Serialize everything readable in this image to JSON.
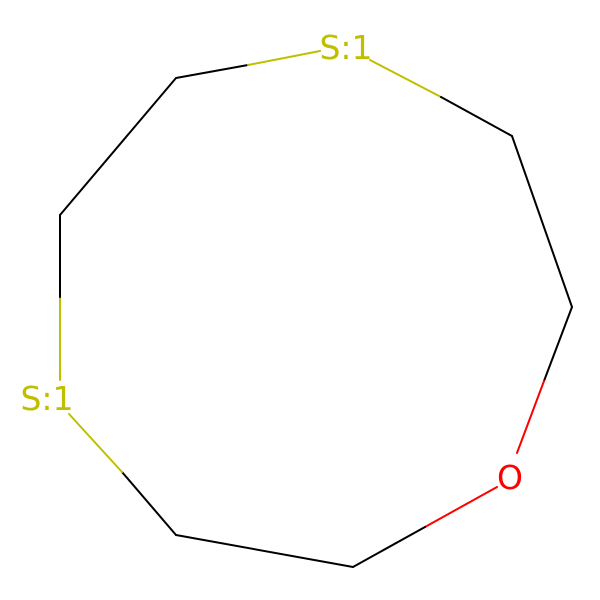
{
  "diagram": {
    "type": "chemical-structure",
    "atoms": [
      {
        "id": "s-top",
        "element": "S",
        "label": "S:1",
        "color": "#BFBF00"
      },
      {
        "id": "c1",
        "element": "C"
      },
      {
        "id": "c2",
        "element": "C"
      },
      {
        "id": "o",
        "element": "O",
        "label": "O",
        "color": "#FF0000"
      },
      {
        "id": "c3",
        "element": "C"
      },
      {
        "id": "c4",
        "element": "C"
      },
      {
        "id": "s-left",
        "element": "S",
        "label": "S:1",
        "color": "#BFBF00"
      },
      {
        "id": "c5",
        "element": "C"
      },
      {
        "id": "c6",
        "element": "C"
      }
    ],
    "bonds": [
      [
        "s-top",
        "c1"
      ],
      [
        "c1",
        "c2"
      ],
      [
        "c2",
        "o"
      ],
      [
        "o",
        "c3"
      ],
      [
        "c3",
        "c4"
      ],
      [
        "c4",
        "s-left"
      ],
      [
        "s-left",
        "c5"
      ],
      [
        "c5",
        "c6"
      ],
      [
        "c6",
        "s-top"
      ]
    ],
    "bond_color": "#000000"
  }
}
